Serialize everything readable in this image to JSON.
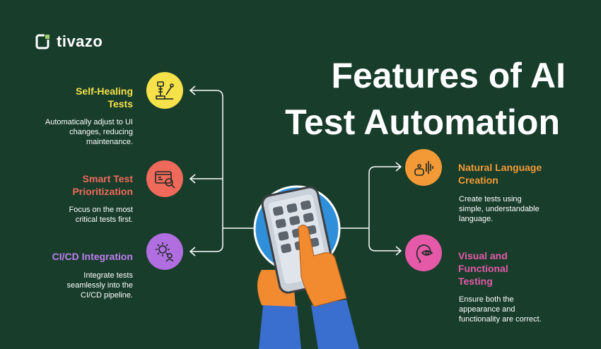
{
  "brand": {
    "name": "tivazo"
  },
  "title": {
    "line1": "Features of AI",
    "line2": "Test Automation"
  },
  "features": [
    {
      "title": "Self-Healing Tests",
      "desc": "Automatically adjust to UI changes, reducing maintenance.",
      "color": "#f5e14a",
      "icon": "robot-arm-icon"
    },
    {
      "title": "Smart Test Prioritization",
      "desc": "Focus on the most critical tests first.",
      "color": "#f06a5b",
      "icon": "browser-search-icon"
    },
    {
      "title": "CI/CD Integration",
      "desc": "Integrate tests seamlessly into the CI/CD pipeline.",
      "color": "#b06ee0",
      "icon": "gear-person-icon"
    },
    {
      "title": "Natural Language Creation",
      "desc": "Create tests using simple, understandable language.",
      "color": "#f39a36",
      "icon": "voice-robot-icon"
    },
    {
      "title": "Visual and Functional Testing",
      "desc": "Ensure both the appearance and functionality are correct.",
      "color": "#e55aa8",
      "icon": "eye-head-icon"
    }
  ],
  "colors": {
    "background": "#183d2b",
    "accent_green": "#9bd36a",
    "line": "#ffffff"
  }
}
